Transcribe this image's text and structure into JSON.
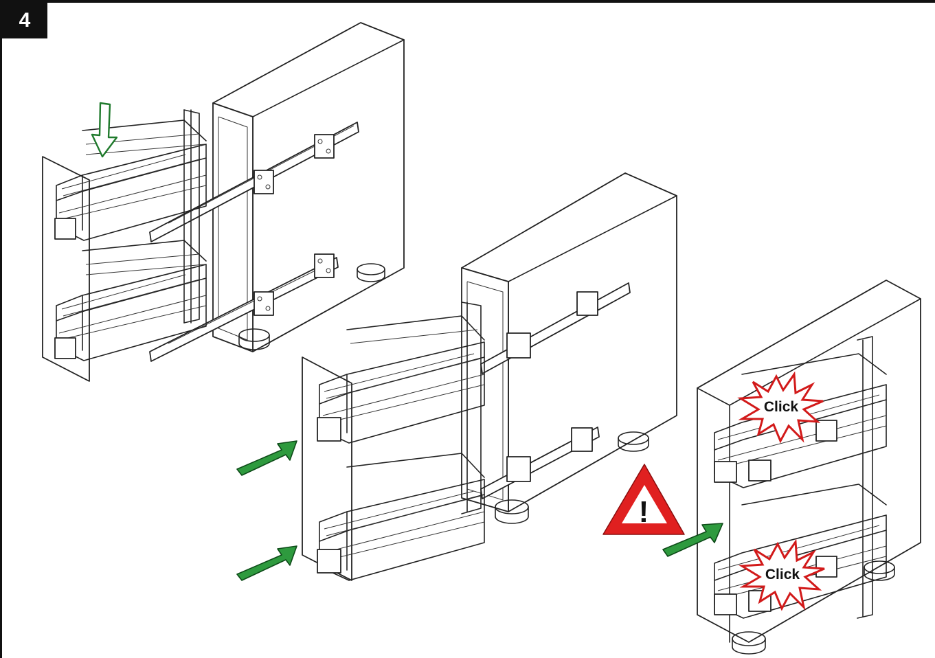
{
  "step": {
    "number": "4"
  },
  "annotations": {
    "click_top": "Click",
    "click_bottom": "Click",
    "warning_symbol": "!"
  },
  "icons": {
    "down_arrow": "arrow-down-hollow-green",
    "insert_arrows": "arrow-diagonal-green",
    "warning": "warning-triangle-red",
    "click_burst": "starburst-red"
  },
  "colors": {
    "arrow_green": "#2e9a3e",
    "warning_red": "#e02020",
    "burst_red": "#d21a1a",
    "line": "#222222",
    "badge_bg": "#111111"
  }
}
